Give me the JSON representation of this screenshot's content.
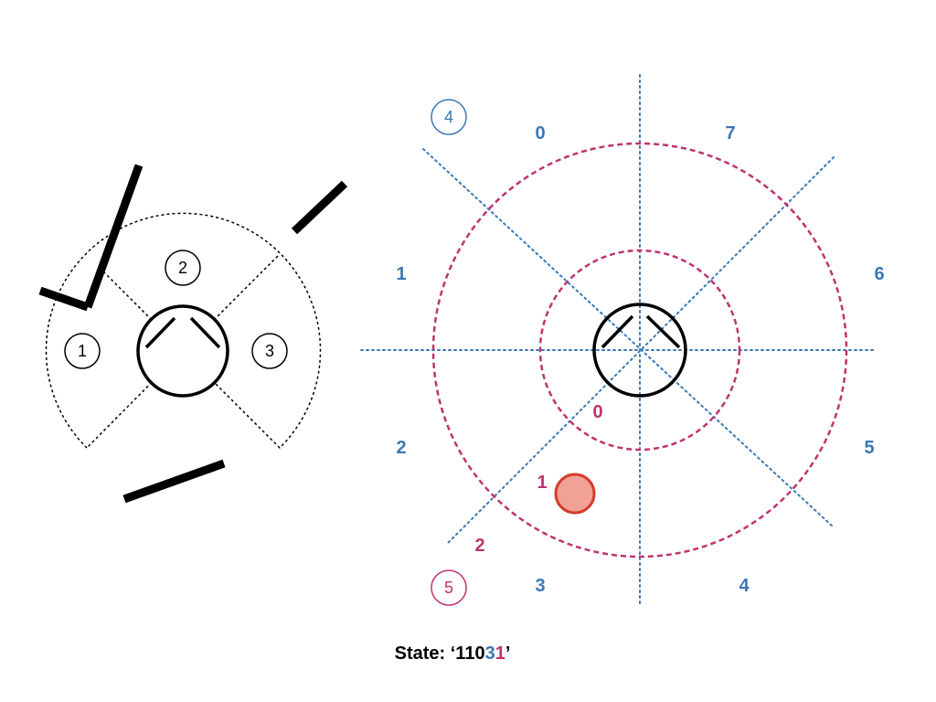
{
  "colors": {
    "blue": "#3a78b5",
    "magenta": "#c0336f",
    "black": "#000000",
    "ball_fill": "#f1a196",
    "ball_stroke": "#d63b2a"
  },
  "left_panel": {
    "zone_labels": [
      "1",
      "2",
      "3"
    ]
  },
  "right_panel": {
    "sector_labels": [
      "0",
      "1",
      "2",
      "3",
      "4",
      "5",
      "6",
      "7"
    ],
    "ring_labels": [
      "0",
      "1",
      "2"
    ],
    "sector_count_badge": "4",
    "ring_count_badge": "5"
  },
  "state": {
    "prefix": "State: ‘",
    "part_black": "110",
    "part_blue": "3",
    "part_magenta": "1",
    "suffix": "’"
  }
}
